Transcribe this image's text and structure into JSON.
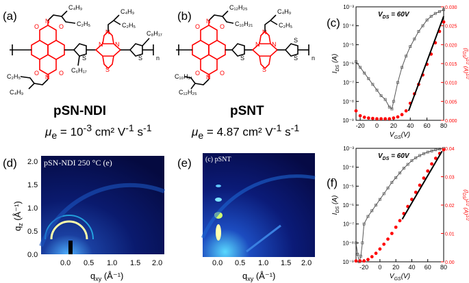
{
  "panels": {
    "a": {
      "label": "(a)"
    },
    "b": {
      "label": "(b)"
    },
    "c": {
      "label": "(c)"
    },
    "d": {
      "label": "(d)"
    },
    "e": {
      "label": "(e)"
    },
    "f": {
      "label": "(f)"
    }
  },
  "structures": {
    "a": {
      "name": "pSN-NDI",
      "mobility_sym": "μ",
      "mobility_sub": "e",
      "mobility_eq": " = 10",
      "mobility_exp": "-3",
      "mobility_unit": " cm² V",
      "mobility_exp2": "-1",
      "mobility_unit2": " s",
      "mobility_exp3": "-1",
      "sub_top": "C4H9",
      "labels": [
        "C₄H₉",
        "C₂H₅",
        "C₄H₉",
        "C₂H₅",
        "C₈H₁₇",
        "C₆H₁₇",
        "C₂H₅",
        "C₄H₉",
        "n",
        "N",
        "N",
        "S",
        "N",
        "S",
        "O",
        "O",
        "O",
        "O",
        "N",
        "N",
        "S"
      ]
    },
    "b": {
      "name": "pSNT",
      "mobility_sym": "μ",
      "mobility_sub": "e",
      "mobility_eq": " = 4.87 cm² V",
      "mobility_exp2": "-1",
      "mobility_unit2": " s",
      "mobility_exp3": "-1",
      "labels": [
        "C₁₂H₂₅",
        "C₁₀H₂₁",
        "C₄H₉",
        "C₂H₅",
        "C₁₀H₂₁",
        "C₁₂H₂₅",
        "n",
        "N",
        "N",
        "S",
        "N",
        "S",
        "O",
        "O",
        "O",
        "O",
        "N",
        "N",
        "S",
        "S"
      ]
    }
  },
  "giwaxs": {
    "d": {
      "inset_label": "pSN-NDI 250 °C (e)",
      "xlabel": "q",
      "xlabel_sub": "xy",
      "xlabel_unit": " (Å⁻¹)",
      "ylabel": "q",
      "ylabel_sub": "z",
      "ylabel_unit": " (Å⁻¹)",
      "xticks": [
        "0.0",
        "0.5",
        "1.0",
        "1.5",
        "2.0"
      ],
      "yticks": [
        "0.0",
        "0.5",
        "1.0",
        "1.5",
        "2.0"
      ]
    },
    "e": {
      "inset_label": "(c) pSNT",
      "xlabel": "q",
      "xlabel_sub": "xy",
      "xlabel_unit": " (Å⁻¹)",
      "xticks": [
        "0.0",
        "0.5",
        "1.0",
        "1.5",
        "2.0"
      ]
    }
  },
  "chart_data": [
    {
      "type": "line",
      "panel": "c",
      "annotation": "V",
      "annotation_sub": "DS",
      "annotation_val": " = 60V",
      "xlabel": "V",
      "xlabel_sub": "GS",
      "xlabel_unit": "(V)",
      "ylabel_left": "I",
      "ylabel_left_sub": "DS",
      "ylabel_left_unit": " (A)",
      "ylabel_right": "(I",
      "ylabel_right_sub": "DS",
      "ylabel_right_unit": ")",
      "ylabel_right_exp": "1/2",
      "ylabel_right_unit2": " (A)",
      "ylabel_right_exp2": "1/2",
      "xlim": [
        -25,
        80
      ],
      "xticks": [
        "-20",
        "0",
        "20",
        "40",
        "60",
        "80"
      ],
      "ylim_left_log": [
        -9,
        -3
      ],
      "yticks_left": [
        "10⁻⁹",
        "10⁻⁸",
        "10⁻⁷",
        "10⁻⁶",
        "10⁻⁵",
        "10⁻⁴",
        "10⁻³"
      ],
      "ylim_right": [
        0,
        0.03
      ],
      "yticks_right": [
        "0.000",
        "0.005",
        "0.010",
        "0.015",
        "0.020",
        "0.025",
        "0.030"
      ],
      "series": [
        {
          "axis": "left",
          "color": "#555555",
          "x": [
            -25,
            -20,
            -15,
            -10,
            -5,
            0,
            5,
            10,
            15,
            18,
            20,
            25,
            30,
            35,
            40,
            45,
            50,
            55,
            60,
            65,
            70,
            75,
            80
          ],
          "log_y": [
            -5.9,
            -6.2,
            -6.5,
            -6.8,
            -7.1,
            -7.4,
            -7.7,
            -7.9,
            -8.3,
            -8.4,
            -8.0,
            -7.0,
            -6.2,
            -5.6,
            -5.1,
            -4.7,
            -4.3,
            -4.0,
            -3.7,
            -3.5,
            -3.35,
            -3.25,
            -3.15
          ]
        },
        {
          "axis": "right",
          "color": "#ff0000",
          "x": [
            -25,
            -20,
            -15,
            -10,
            -5,
            0,
            5,
            10,
            15,
            20,
            25,
            30,
            35,
            40,
            45,
            50,
            55,
            60,
            65,
            70,
            75,
            80
          ],
          "y": [
            0.0025,
            0.0012,
            0.0008,
            0.0006,
            0.0005,
            0.0004,
            0.0004,
            0.0004,
            0.0004,
            0.0006,
            0.0009,
            0.0015,
            0.0025,
            0.0045,
            0.007,
            0.0095,
            0.012,
            0.0148,
            0.0175,
            0.0205,
            0.0235,
            0.026
          ]
        },
        {
          "axis": "right",
          "color": "#000000",
          "style": "fit",
          "x": [
            38,
            80
          ],
          "y": [
            0.0025,
            0.0275
          ]
        }
      ]
    },
    {
      "type": "line",
      "panel": "f",
      "annotation": "V",
      "annotation_sub": "DS",
      "annotation_val": " = 60V",
      "xlabel": "V",
      "xlabel_sub": "GS",
      "xlabel_unit": "(V)",
      "ylabel_left": "I",
      "ylabel_left_sub": "DS",
      "ylabel_left_unit": " (A)",
      "ylabel_right": "(I",
      "ylabel_right_sub": "DS",
      "ylabel_right_unit": ")",
      "ylabel_right_exp": "1/2",
      "ylabel_right_unit2": " (A)",
      "ylabel_right_exp2": "1/2",
      "xlim": [
        -30,
        80
      ],
      "xticks": [
        "-20",
        "0",
        "20",
        "40",
        "60",
        "80"
      ],
      "ylim_left_log": [
        -9,
        -3
      ],
      "yticks_left": [
        "10⁻⁹",
        "10⁻⁸",
        "10⁻⁷",
        "10⁻⁶",
        "10⁻⁵",
        "10⁻⁴",
        "10⁻³"
      ],
      "ylim_right": [
        0,
        0.04
      ],
      "yticks_right": [
        "0.00",
        "0.01",
        "0.02",
        "0.03",
        "0.04"
      ],
      "series": [
        {
          "axis": "left",
          "color": "#555555",
          "x": [
            -30,
            -28,
            -26,
            -24,
            -22,
            -20,
            -15,
            -10,
            -5,
            0,
            5,
            10,
            15,
            20,
            25,
            30,
            35,
            40,
            45,
            50,
            55,
            60,
            65,
            70,
            75,
            80
          ],
          "log_y": [
            -8.0,
            -8.6,
            -9.0,
            -8.7,
            -8.0,
            -7.0,
            -6.6,
            -6.3,
            -6.0,
            -5.7,
            -5.4,
            -5.1,
            -4.8,
            -4.55,
            -4.3,
            -4.05,
            -3.85,
            -3.65,
            -3.5,
            -3.38,
            -3.28,
            -3.2,
            -3.14,
            -3.08,
            -3.04,
            -3.0
          ]
        },
        {
          "axis": "right",
          "color": "#ff0000",
          "x": [
            -30,
            -25,
            -20,
            -15,
            -10,
            -5,
            0,
            5,
            10,
            15,
            20,
            25,
            30,
            35,
            40,
            45,
            50,
            55,
            60,
            65,
            70,
            75,
            80
          ],
          "y": [
            0.0003,
            0.0003,
            0.0003,
            0.0008,
            0.0018,
            0.003,
            0.0045,
            0.0062,
            0.008,
            0.01,
            0.0122,
            0.0145,
            0.017,
            0.0195,
            0.022,
            0.0245,
            0.027,
            0.0295,
            0.032,
            0.0345,
            0.0365,
            0.0382,
            0.0395
          ]
        },
        {
          "axis": "right",
          "color": "#000000",
          "style": "fit",
          "x": [
            28,
            78
          ],
          "y": [
            0.015,
            0.039
          ]
        }
      ]
    }
  ]
}
